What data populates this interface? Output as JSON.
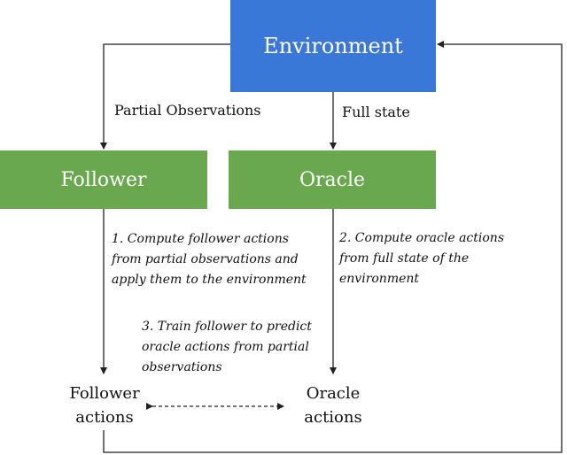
{
  "nodes": {
    "environment": "Environment",
    "follower": "Follower",
    "oracle": "Oracle",
    "follower_actions": "Follower\nactions",
    "oracle_actions": "Oracle\nactions"
  },
  "edges": {
    "partial_observations": "Partial Observations",
    "full_state": "Full state"
  },
  "notes": {
    "step1": "1. Compute follower actions\nfrom partial observations and\napply them to the environment",
    "step2": "2. Compute oracle actions\nfrom full state of the\nenvironment",
    "step3": "3. Train follower to predict\noracle actions from partial\nobservations"
  },
  "colors": {
    "environment_box": "#3a78d8",
    "agent_box": "#6aa84f",
    "arrow": "#222222"
  }
}
